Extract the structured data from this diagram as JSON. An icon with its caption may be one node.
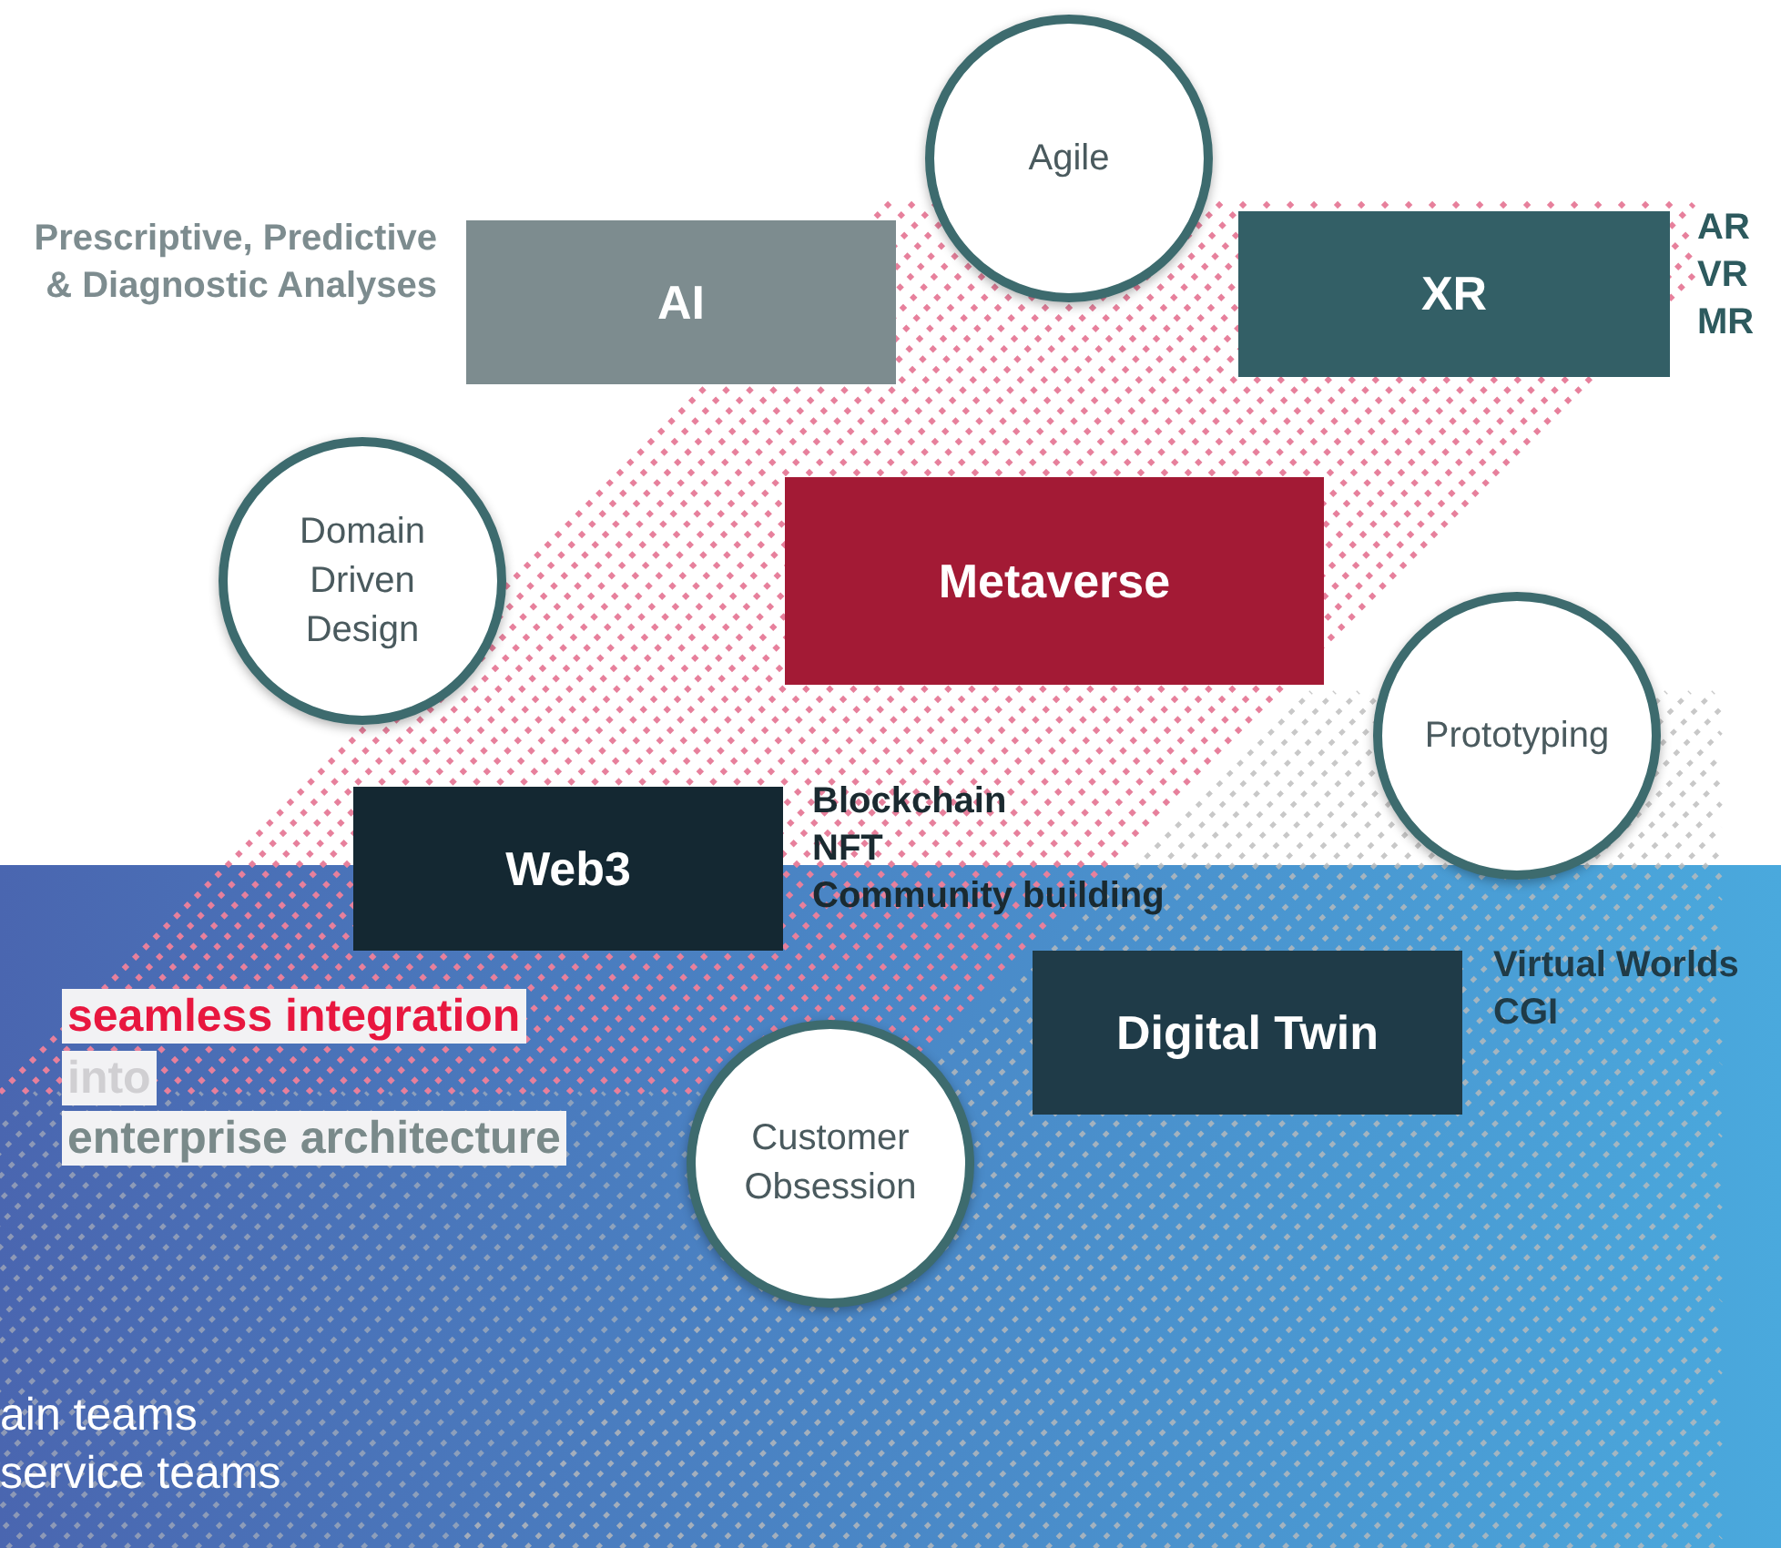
{
  "diagram": {
    "nodes": [
      {
        "text": [
          "AI"
        ],
        "beside": [
          "Prescriptive, Predictive & Diagnostic Analyses"
        ]
      },
      {
        "text": [
          "Agile"
        ]
      },
      {
        "text": [
          "XR"
        ],
        "beside": [
          "AR",
          "VR",
          "MR"
        ]
      },
      {
        "text": [
          "Domain Driven Design"
        ]
      },
      {
        "text": [
          "Metaverse"
        ]
      },
      {
        "text": [
          "Prototyping"
        ]
      },
      {
        "text": [
          "Web3"
        ],
        "beside": [
          "Blockchain",
          "NFT",
          "Community building"
        ]
      },
      {
        "text": [
          "Digital Twin"
        ],
        "beside": [
          "Virtual Worlds",
          "CGI"
        ]
      },
      {
        "text": [
          "Customer Obsession"
        ]
      }
    ],
    "labels": [
      "seamless integration",
      "into",
      "enterprise architecture",
      "ain teams",
      "service teams"
    ]
  }
}
